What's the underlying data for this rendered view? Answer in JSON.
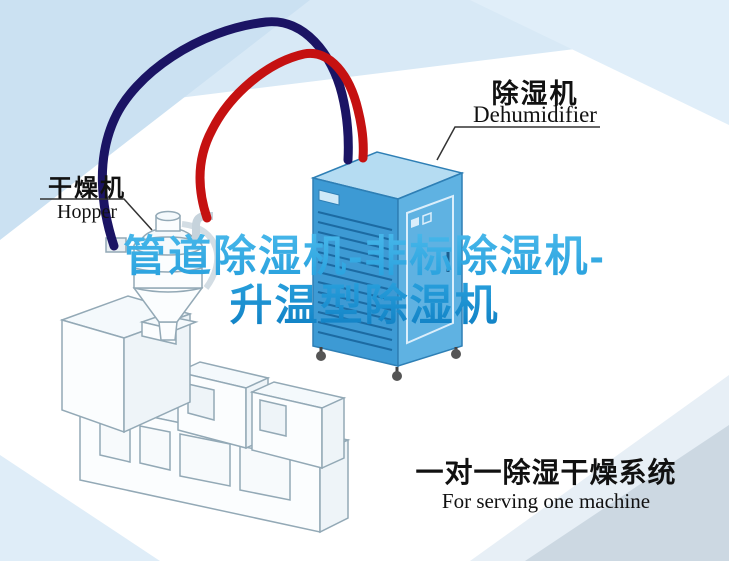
{
  "title": {
    "line1": "管道除湿机-非标除湿机-",
    "line2": "升温型除湿机"
  },
  "callouts": {
    "dehumidifier": {
      "cn": "除湿机",
      "en": "Dehumidifier"
    },
    "dryer": {
      "cn": "干燥机",
      "en": "Hopper"
    }
  },
  "caption": {
    "cn": "一对一除湿干燥系统",
    "en": "For serving one machine"
  },
  "colors": {
    "title_gradient_top": "#47b7ea",
    "title_gradient_bottom": "#0f7fc3",
    "pipe_red": "#c51111",
    "pipe_navy": "#1b1464",
    "dehumidifier_front": "#3d9ad4",
    "dehumidifier_side": "#5fb2e2",
    "dehumidifier_top": "#b5dcf2",
    "background_blue": "#cbe1f2",
    "corner_gray": "#ccd8e2"
  }
}
